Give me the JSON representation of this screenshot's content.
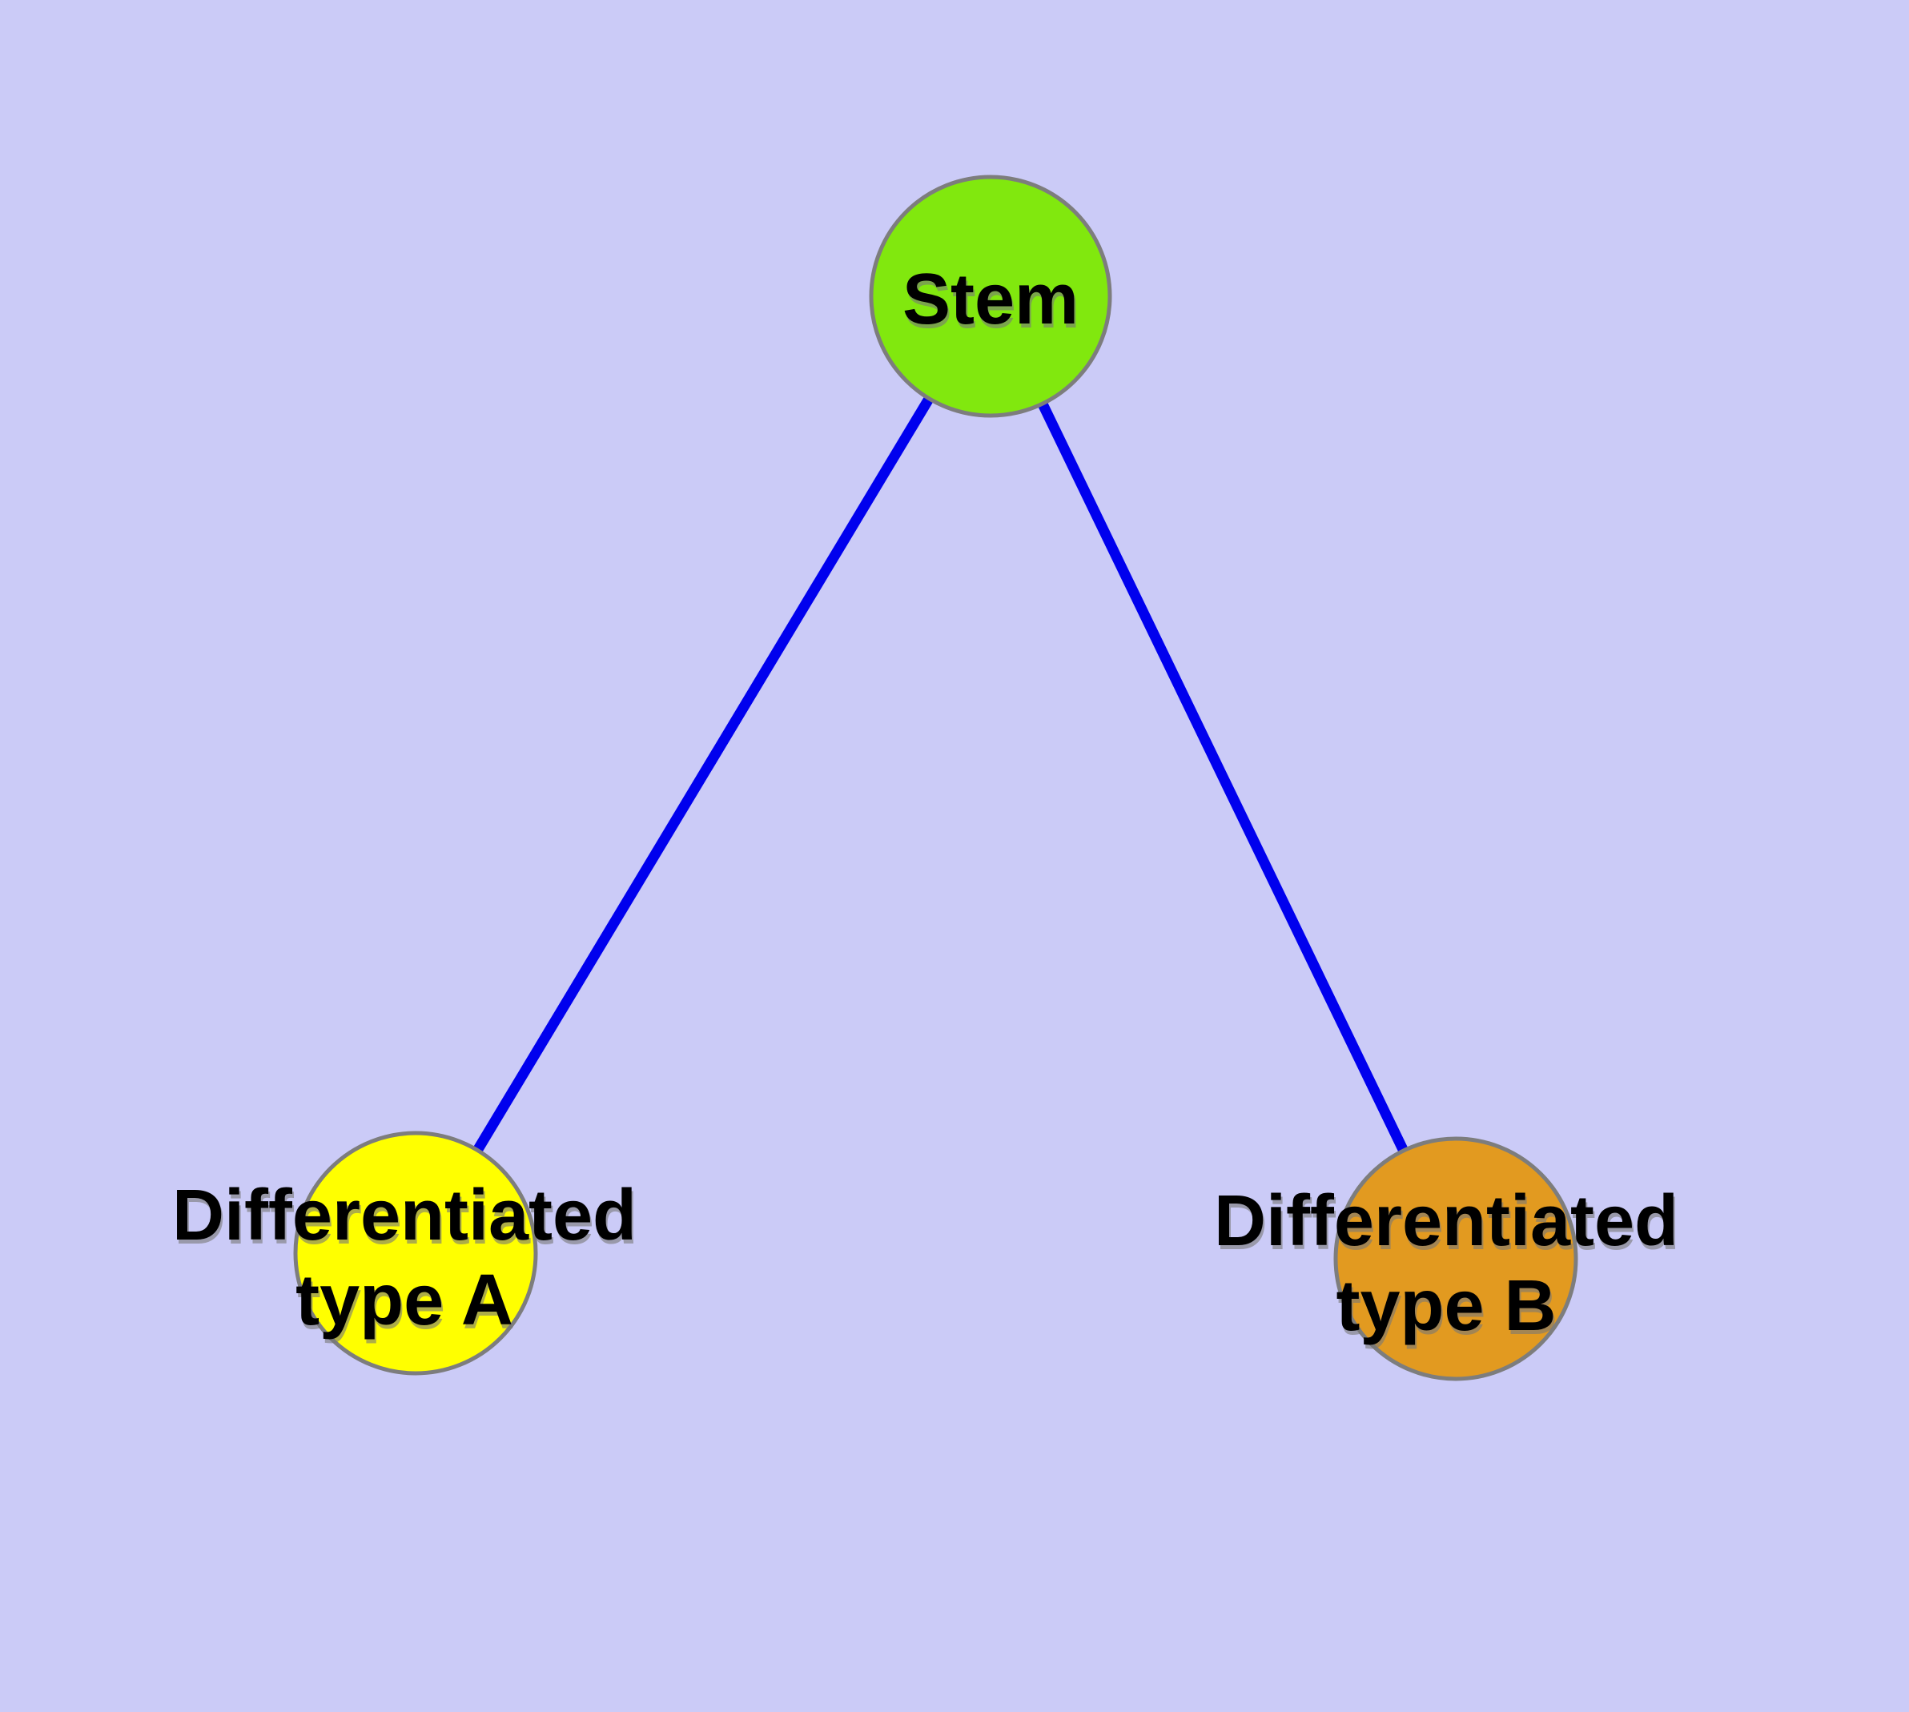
{
  "diagram": {
    "type": "node-link-graph",
    "description": "Cell differentiation graph: Stem node connected to two differentiated cell type nodes",
    "colors": {
      "background": "#cbcbf7",
      "edge": "#0000ee",
      "node_border": "#7d7d7d",
      "stem_fill": "#81e80e",
      "type_a_fill": "#ffff00",
      "type_b_fill": "#e29a20",
      "label_text": "#000000",
      "label_shadow": "#787878"
    },
    "nodes": {
      "stem": {
        "label": "Stem"
      },
      "type_a": {
        "label_line1": "Differentiated",
        "label_line2": "type A"
      },
      "type_b": {
        "label_line1": "Differentiated",
        "label_line2": "type B"
      }
    },
    "edges": [
      {
        "from": "Stem",
        "to": "Differentiated type A"
      },
      {
        "from": "Stem",
        "to": "Differentiated type B"
      }
    ]
  }
}
